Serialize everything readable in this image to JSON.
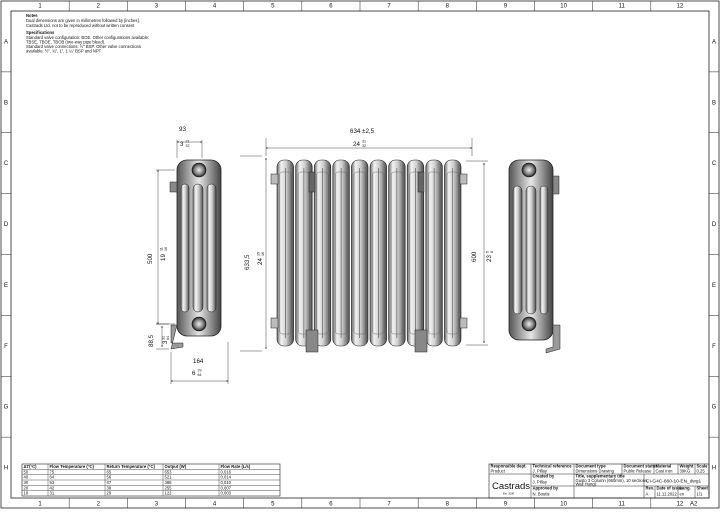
{
  "grid": {
    "columns": [
      "1",
      "2",
      "3",
      "4",
      "5",
      "6",
      "7",
      "8",
      "9",
      "10",
      "11",
      "12"
    ],
    "rows": [
      "A",
      "B",
      "C",
      "D",
      "E",
      "F",
      "G",
      "H"
    ],
    "sheet_size": "A2"
  },
  "notes": {
    "heading": "Notes",
    "lines": [
      "Dual dimensions are given in millimetres followed by [inches].",
      "Castrads Ltd. not to be reproduced without written consent"
    ]
  },
  "specifications": {
    "heading": "Specifications",
    "lines": [
      "Standard valve configuration: BOE. Other configurations available:",
      "TBSE, TBOE, TBOB (two-way pipe bleed).",
      "Standard valve connections: ½\" BSP. Other valve connections",
      "available: ½\", ¾\", 1\", 1 ¼\" BSP and NPT"
    ]
  },
  "dimensions": {
    "side_depth_mm": "93",
    "side_depth_in": "3",
    "side_depth_frac_num": "21",
    "side_depth_frac_den": "32",
    "side_height_mm": "500",
    "side_height_in": "19",
    "side_height_frac_num": "11",
    "side_height_frac_den": "16",
    "bottom_mm": "88,5",
    "bottom_in": "3",
    "bottom_frac_num": "31",
    "bottom_frac_den": "64",
    "side_width_mm": "164",
    "side_width_in": "6",
    "side_width_frac_num": "29",
    "side_width_frac_den": "64",
    "front_width_mm": "634 ±2,5",
    "front_width_in": "24",
    "front_width_frac_num": "31",
    "front_width_frac_den": "32",
    "front_height_mm": "633,5",
    "front_height_in": "24",
    "front_height_frac_num": "15",
    "front_height_frac_den": "16",
    "centres_mm": "600",
    "centres_in": "23",
    "centres_frac_num": "5",
    "centres_frac_den": "8"
  },
  "output_table": {
    "headers": [
      "ΔT(°C)",
      "Flow Temperature (°C)",
      "Return Temperature (°C)",
      "Output (W)",
      "Flow Rate (L/s)"
    ],
    "rows": [
      [
        "50",
        "75",
        "65",
        "653",
        "0,016"
      ],
      [
        "40",
        "64",
        "56",
        "521",
        "0,014"
      ],
      [
        "30",
        "53",
        "47",
        "388",
        "0,010"
      ],
      [
        "20",
        "42",
        "38",
        "255",
        "0,007"
      ],
      [
        "10",
        "31",
        "29",
        "122",
        "0,003"
      ]
    ]
  },
  "title_block": {
    "logo": "Castrads",
    "logo_tag": "Est. 2008",
    "responsible_dept_label": "Responsible dept.",
    "responsible_dept": "Product",
    "technical_reference_label": "Technical reference",
    "technical_reference": "J. Pillay",
    "created_by_label": "Created by",
    "created_by": "J. Pillay",
    "approved_by_label": "Approved by",
    "approved_by": "N. Boutis",
    "document_type_label": "Document type",
    "document_type": "Dimensions Drawing",
    "document_status_label": "Document status",
    "document_status": "Public Release",
    "material_label": "Material",
    "material": "Cast Iron",
    "weight_label": "Weight",
    "weight": "39KG",
    "scale_label": "Scale",
    "scale": "0,25",
    "title_label": "Title, supplementary title",
    "title_line1": "Gusto 3 Column (660mm), 10 sections,",
    "title_line2": "Wall Hung)",
    "drawing_number": "CI-G4C-660-10-EN_dwg1",
    "rev_label": "Rev.",
    "rev": "A",
    "date_label": "Date of issue",
    "date": "11.11.2022",
    "lang_label": "Lang.",
    "lang": "en",
    "sheet_label": "Sheet",
    "sheet": "1/1"
  }
}
